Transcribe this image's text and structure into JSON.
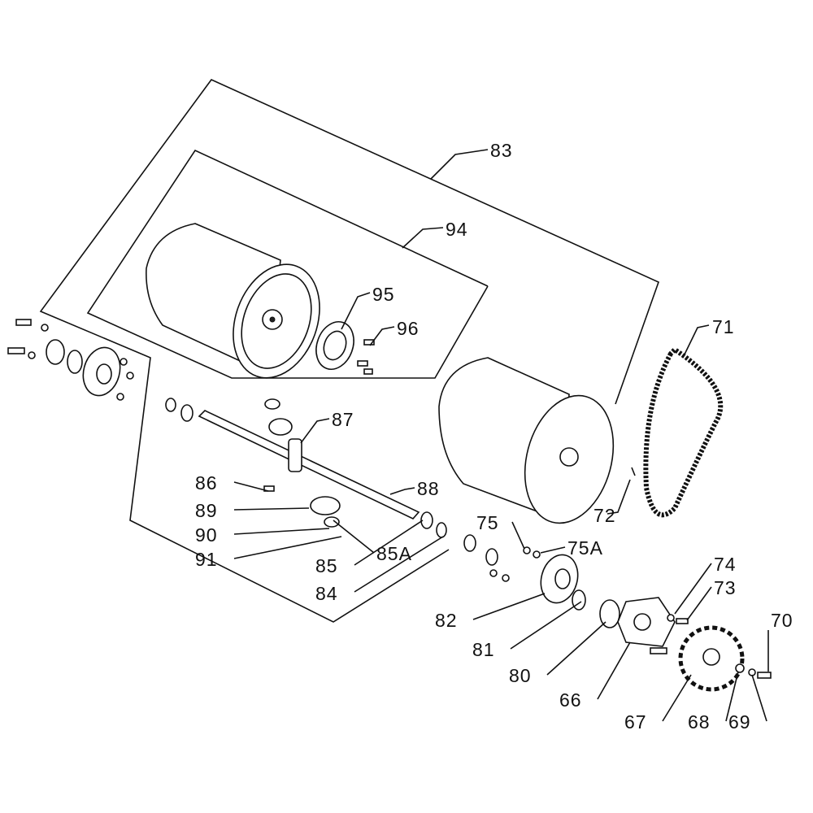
{
  "diagram": {
    "type": "exploded-parts-diagram",
    "part_labels": [
      "83",
      "94",
      "95",
      "96",
      "71",
      "72",
      "87",
      "88",
      "86",
      "89",
      "90",
      "91",
      "85A",
      "85",
      "84",
      "75",
      "75A",
      "74",
      "73",
      "70",
      "82",
      "81",
      "80",
      "66",
      "67",
      "68",
      "69"
    ]
  }
}
